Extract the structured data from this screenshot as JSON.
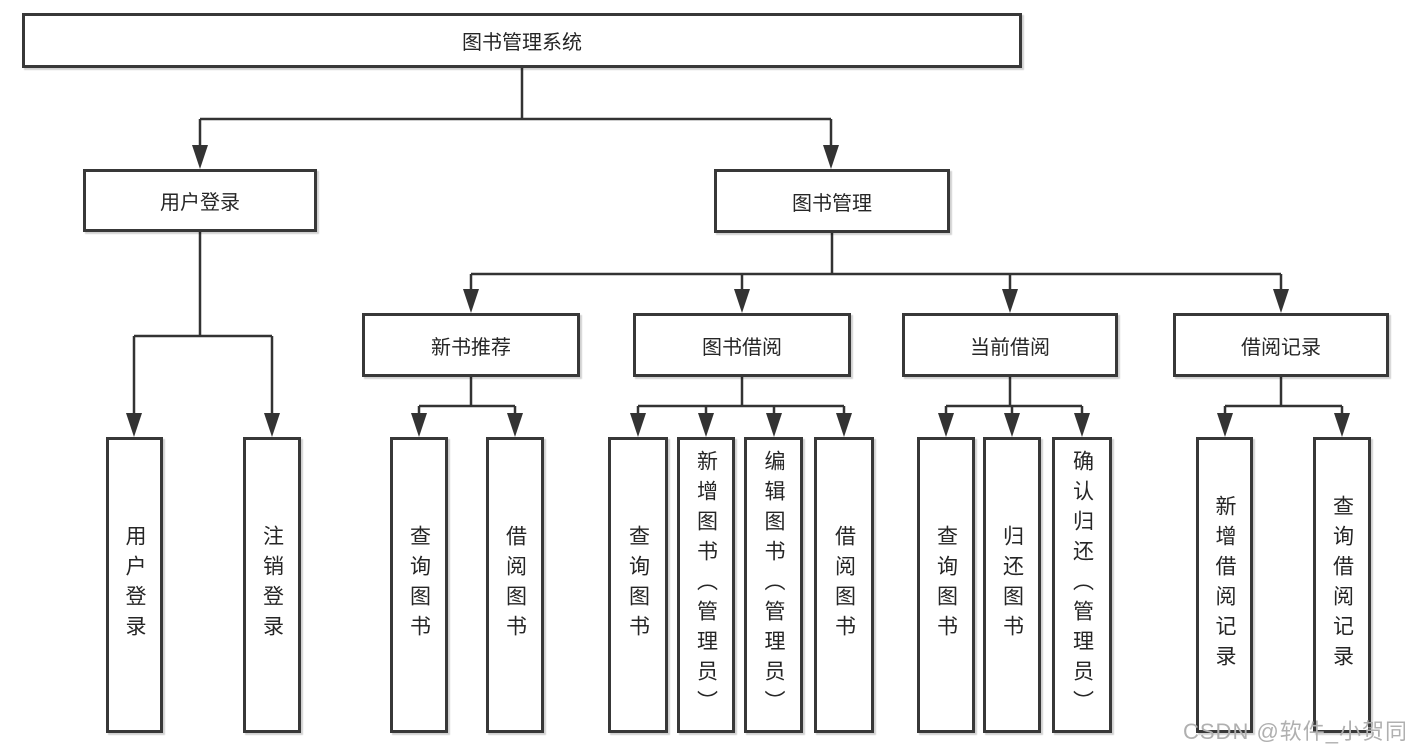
{
  "tree": {
    "label": "图书管理系统",
    "children": [
      {
        "label": "用户登录",
        "children": [
          {
            "label": "用户登录"
          },
          {
            "label": "注销登录"
          }
        ]
      },
      {
        "label": "图书管理",
        "children": [
          {
            "label": "新书推荐",
            "children": [
              {
                "label": "查询图书"
              },
              {
                "label": "借阅图书"
              }
            ]
          },
          {
            "label": "图书借阅",
            "children": [
              {
                "label": "查询图书"
              },
              {
                "label": "新增图书（管理员）"
              },
              {
                "label": "编辑图书（管理员）"
              },
              {
                "label": "借阅图书"
              }
            ]
          },
          {
            "label": "当前借阅",
            "children": [
              {
                "label": "查询图书"
              },
              {
                "label": "归还图书"
              },
              {
                "label": "确认归还（管理员）"
              }
            ]
          },
          {
            "label": "借阅记录",
            "children": [
              {
                "label": "新增借阅记录"
              },
              {
                "label": "查询借阅记录"
              }
            ]
          }
        ]
      }
    ]
  },
  "watermark": {
    "text": "CSDN @软件_小贺同学"
  },
  "colors": {
    "node_border": "#383838",
    "connector_line": "#333333",
    "node_text": "#262626",
    "watermark_text": "#b0b0b0",
    "background": "#ffffff"
  }
}
